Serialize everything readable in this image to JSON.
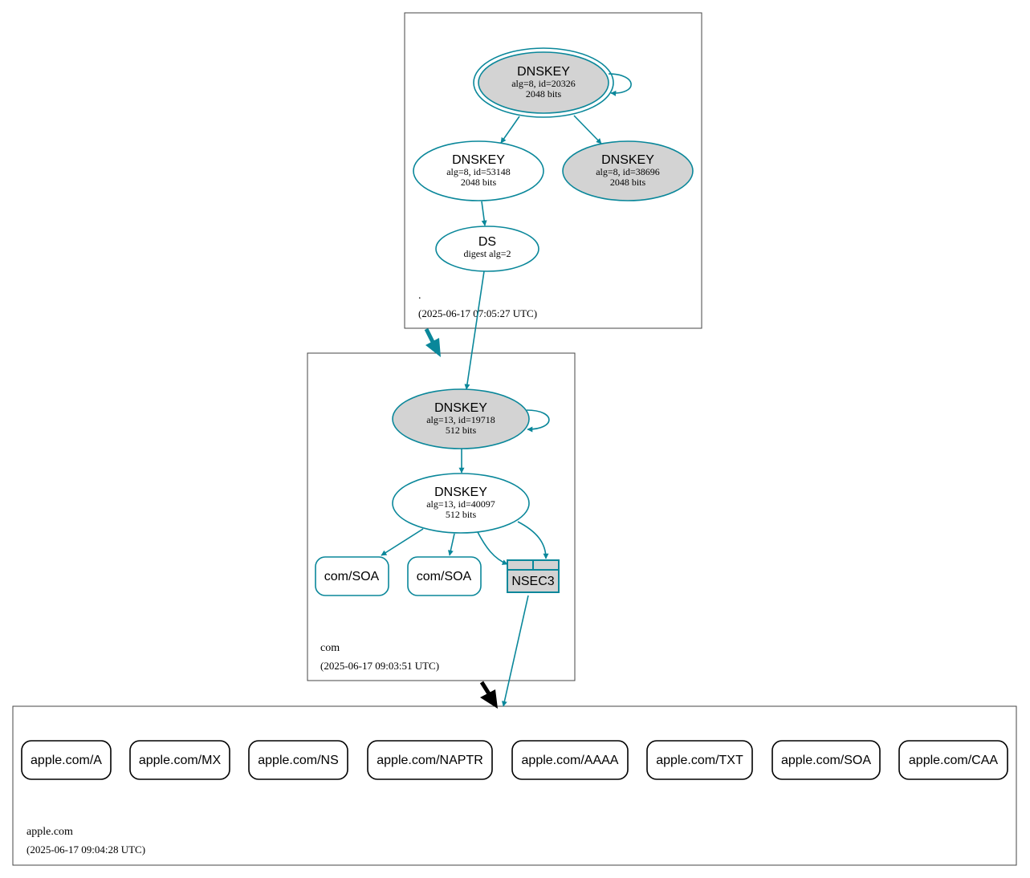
{
  "colors": {
    "edge": "#0a879a",
    "node_fill_gray": "#d3d3d3",
    "node_fill_white": "#ffffff",
    "zone_border": "#444444",
    "rr_border": "#000000",
    "delegation_insecure": "#000000"
  },
  "zones": {
    "root": {
      "name": ".",
      "timestamp": "(2025-06-17 07:05:27 UTC)",
      "nodes": {
        "ksk": {
          "title": "DNSKEY",
          "line1": "alg=8, id=20326",
          "line2": "2048 bits"
        },
        "zsk": {
          "title": "DNSKEY",
          "line1": "alg=8, id=53148",
          "line2": "2048 bits"
        },
        "ksk2": {
          "title": "DNSKEY",
          "line1": "alg=8, id=38696",
          "line2": "2048 bits"
        },
        "ds": {
          "title": "DS",
          "line1": "digest alg=2"
        }
      }
    },
    "com": {
      "name": "com",
      "timestamp": "(2025-06-17 09:03:51 UTC)",
      "nodes": {
        "ksk": {
          "title": "DNSKEY",
          "line1": "alg=13, id=19718",
          "line2": "512 bits"
        },
        "zsk": {
          "title": "DNSKEY",
          "line1": "alg=13, id=40097",
          "line2": "512 bits"
        },
        "soa1": {
          "label": "com/SOA"
        },
        "soa2": {
          "label": "com/SOA"
        },
        "nsec3": {
          "label": "NSEC3"
        }
      }
    },
    "apple": {
      "name": "apple.com",
      "timestamp": "(2025-06-17 09:04:28 UTC)",
      "records": [
        "apple.com/A",
        "apple.com/MX",
        "apple.com/NS",
        "apple.com/NAPTR",
        "apple.com/AAAA",
        "apple.com/TXT",
        "apple.com/SOA",
        "apple.com/CAA"
      ]
    }
  }
}
